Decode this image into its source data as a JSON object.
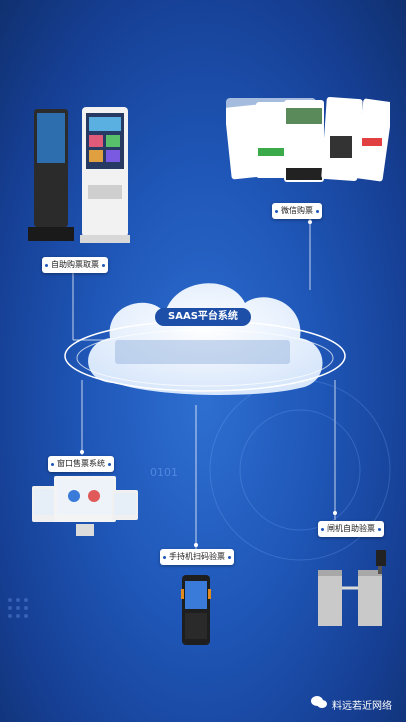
{
  "cloud": {
    "title": "SAAS平台系统"
  },
  "nodes": {
    "kiosk": "自助购票取票",
    "wechat": "微信购票",
    "window": "窗口售票系统",
    "handheld": "手持机扫码验票",
    "gate": "闸机自助验票"
  },
  "decor": {
    "binary": "0101"
  },
  "watermark": {
    "text": "料远若近网络"
  },
  "colors": {
    "background": "#1f57b8",
    "cloud": "#ffffff",
    "label_bg": "#ffffff",
    "title_pill": "#1d4fa8"
  }
}
